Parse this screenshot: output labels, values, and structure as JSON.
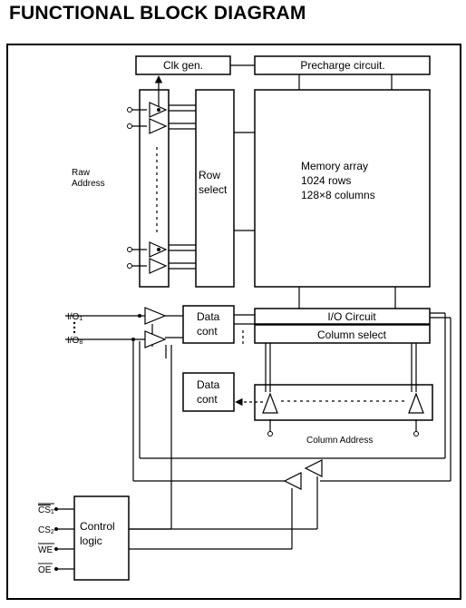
{
  "title": "FUNCTIONAL BLOCK DIAGRAM",
  "blocks": {
    "clk_gen": "Clk gen.",
    "precharge": "Precharge circuit.",
    "row_select": [
      "Row",
      "select"
    ],
    "memory_array": [
      "Memory array",
      "1024 rows",
      "128×8 columns"
    ],
    "data_cont_top": [
      "Data",
      "cont"
    ],
    "data_cont_bottom": [
      "Data",
      "cont"
    ],
    "io_circuit": "I/O Circuit",
    "column_select": "Column select",
    "control_logic": [
      "Control",
      "logic"
    ]
  },
  "labels": {
    "raw_address": [
      "Raw",
      "Address"
    ],
    "column_address": "Column Address",
    "io1": {
      "base": "I/O",
      "sub": "1"
    },
    "io8": {
      "base": "I/O",
      "sub": "8"
    },
    "cs1": {
      "base": "CS",
      "sub": "1"
    },
    "cs2": {
      "base": "CS",
      "sub": "2"
    },
    "we": "WE",
    "oe": "OE"
  },
  "icons": [
    "buffer-triangle",
    "arrowhead",
    "input-pin-circle"
  ]
}
